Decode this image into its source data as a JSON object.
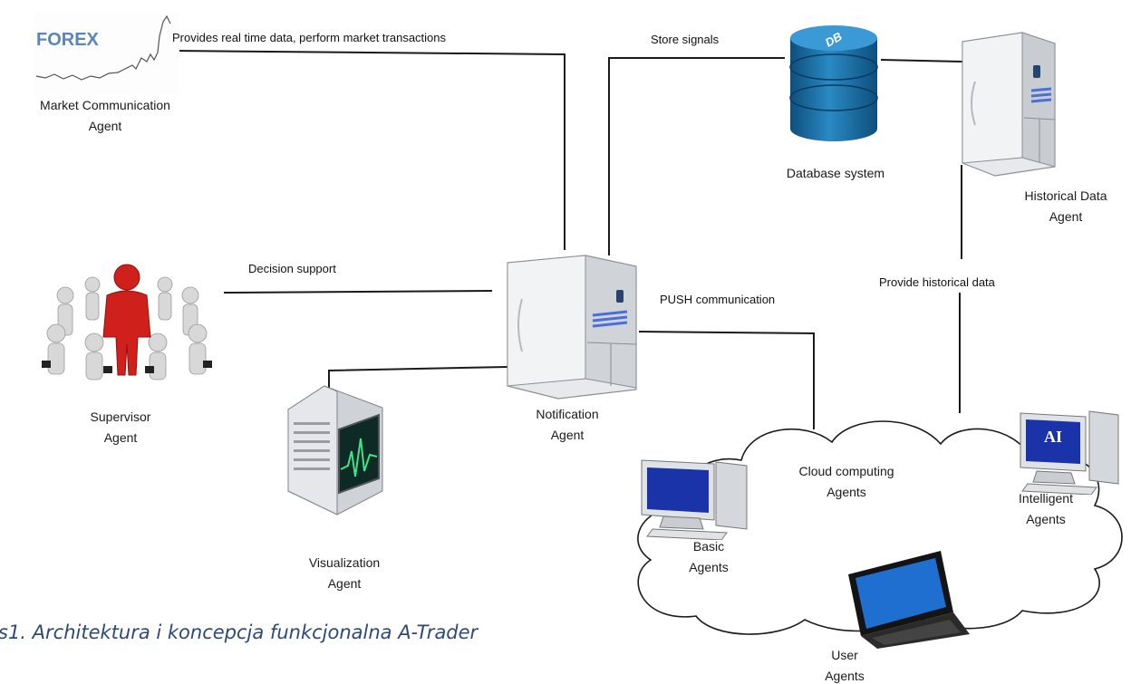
{
  "nodes": {
    "market": {
      "label": "Market Communication\nAgent",
      "logo_text": "FOREX"
    },
    "database": {
      "label": "Database system",
      "badge": "DB"
    },
    "historical": {
      "label": "Historical Data\nAgent"
    },
    "notification": {
      "label": "Notification\nAgent"
    },
    "supervisor": {
      "label": "Supervisor\nAgent"
    },
    "visualization": {
      "label": "Visualization\nAgent"
    },
    "cloud": {
      "label": "Cloud computing\nAgents"
    },
    "basic": {
      "label": "Basic\nAgents"
    },
    "intelligent": {
      "label": "Intelligent\nAgents",
      "screen_text": "AI"
    },
    "user": {
      "label": "User\nAgents"
    }
  },
  "edges": {
    "market_notification": "Provides real time data, perform market transactions",
    "store_signals": "Store signals",
    "decision_support": "Decision support",
    "push": "PUSH communication",
    "historical_data": "Provide historical data"
  },
  "caption": "s1. Architektura i koncepcja funkcjonalna A-Trader",
  "colors": {
    "database": "#1d6fa3",
    "agent_red": "#d0201c",
    "monitor_blue": "#1a33a8",
    "caption": "#2c4a78",
    "forex_logo": "#5b86b8"
  }
}
